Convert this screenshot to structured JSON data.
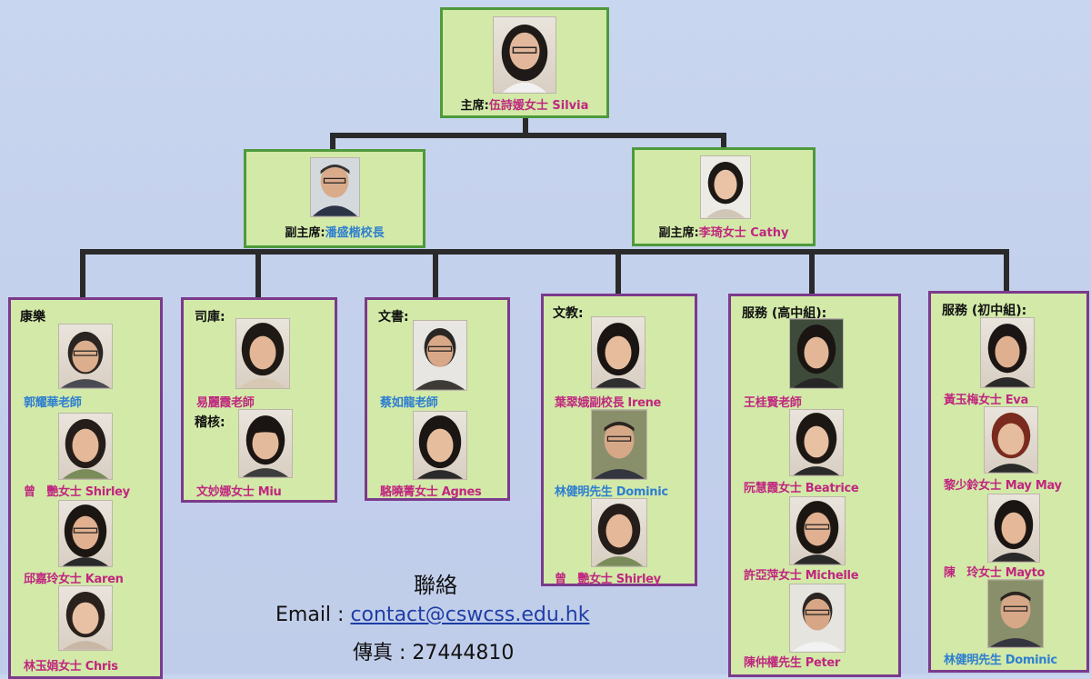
{
  "chair": {
    "role": "主席:",
    "name": "伍詩媛女士 Silvia"
  },
  "vice_chairs": [
    {
      "role": "副主席:",
      "name": "潘盛楷校長"
    },
    {
      "role": "副主席:",
      "name": "李琦女士 Cathy"
    }
  ],
  "groups": [
    {
      "title": "康樂",
      "members": [
        "郭耀華老師",
        "曾　艷女士 Shirley",
        "邱嘉玲女士 Karen",
        "林玉娟女士 Chris"
      ]
    },
    {
      "title": "司庫:",
      "members": [
        "易麗霞老師"
      ],
      "subtitle": "稽核:",
      "sub_members": [
        "文妙娜女士 Miu"
      ]
    },
    {
      "title": "文書:",
      "members": [
        "蔡如龍老師",
        "駱曉菁女士 Agnes"
      ]
    },
    {
      "title": "文教:",
      "members": [
        "葉翠娥副校長 Irene",
        "林健明先生 Dominic",
        "曾　艷女士 Shirley"
      ]
    },
    {
      "title": "服務 (高中組):",
      "members": [
        "王桂賢老師",
        "阮慧霞女士 Beatrice",
        "許亞萍女士 Michelle",
        "陳仲權先生 Peter"
      ]
    },
    {
      "title": "服務 (初中組):",
      "members": [
        "黃玉梅女士 Eva",
        "黎少鈴女士 May May",
        "陳　玲女士 Mayto",
        "林健明先生 Dominic"
      ]
    }
  ],
  "contact": {
    "title": "聯絡",
    "email_label": "Email : ",
    "email": "contact@cswcss.edu.hk",
    "fax_label": "傳真 : ",
    "fax": "27444810"
  }
}
